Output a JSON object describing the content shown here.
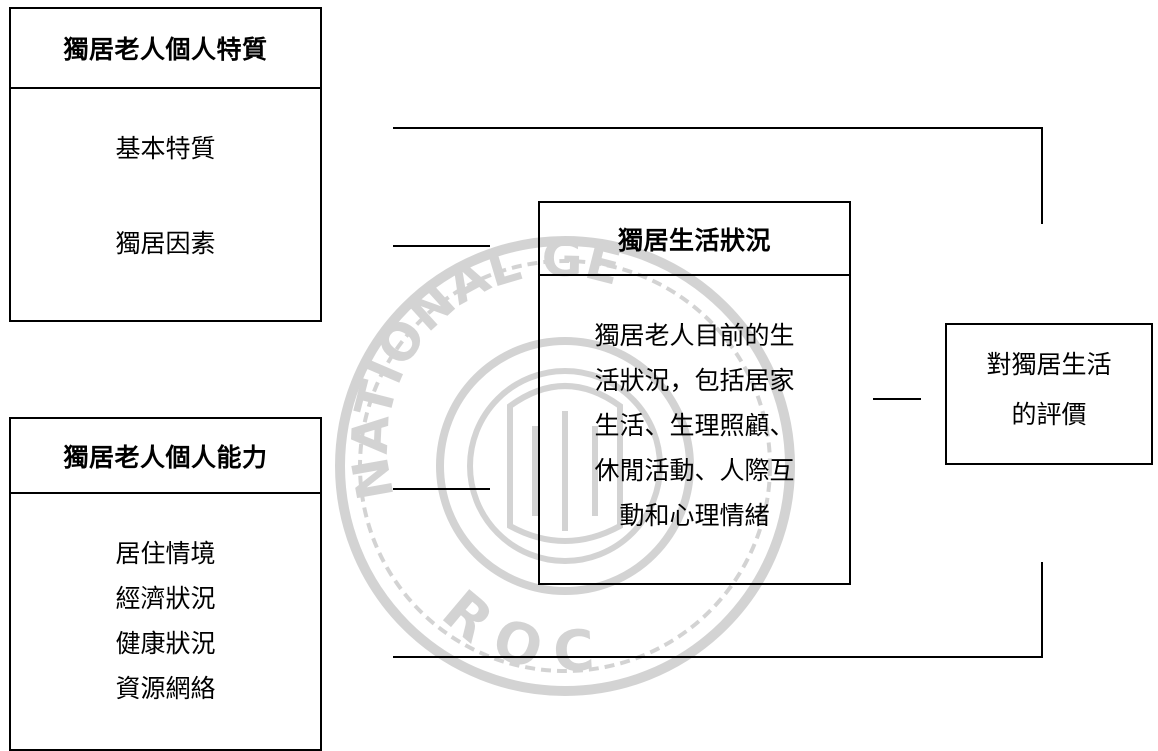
{
  "diagram": {
    "box1": {
      "title": "獨居老人個人特質",
      "items": [
        "基本特質",
        "獨居因素"
      ]
    },
    "box2": {
      "title": "獨居老人個人能力",
      "items": [
        "居住情境",
        "經濟狀況",
        "健康狀況",
        "資源網絡"
      ]
    },
    "center": {
      "title": "獨居生活狀況",
      "lines": [
        "獨居老人目前的生",
        "活狀況，包括居家",
        "生活、生理照顧、",
        "休閒活動、人際互",
        "動和心理情緒"
      ]
    },
    "right": {
      "lines": [
        "對獨居生活",
        "的評價"
      ]
    },
    "watermark": {
      "text_top": "NATIONAL GEN",
      "text_bottom": "R O C"
    }
  }
}
